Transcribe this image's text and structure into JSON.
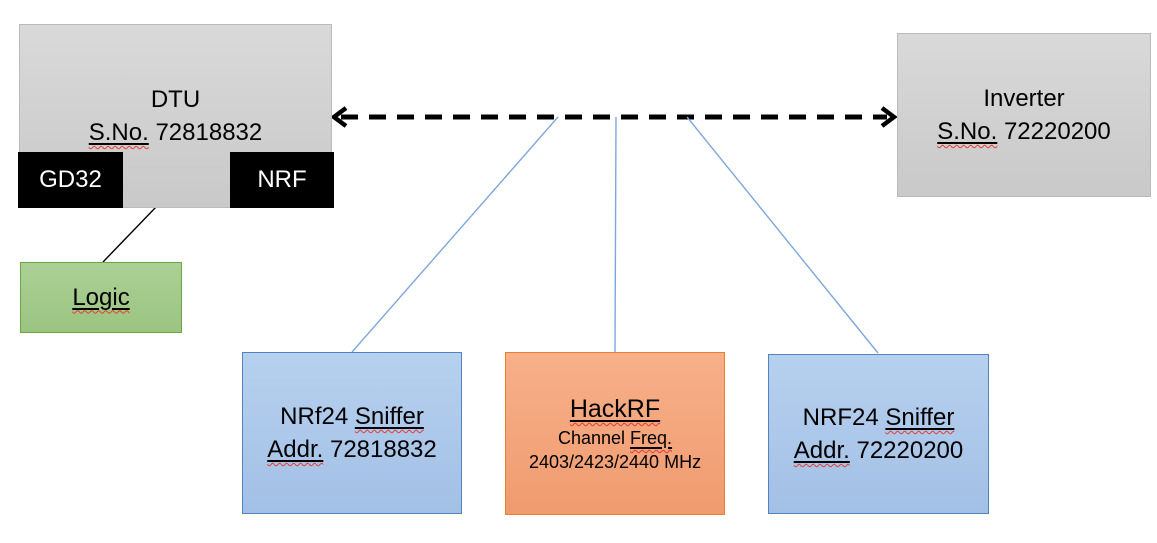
{
  "dtu": {
    "title": "DTU",
    "serial_label": "S.No.",
    "serial_value": "72818832",
    "gd32_label": "GD32",
    "nrf_label": "NRF"
  },
  "inverter": {
    "title": "Inverter",
    "serial_label": "S.No.",
    "serial_value": "72220200"
  },
  "logic": {
    "label": "Logic"
  },
  "sniffer1": {
    "name_plain": "NRf24",
    "name_marked": "Sniffer",
    "addr_label": "Addr.",
    "addr_value": "72818832"
  },
  "hackrf": {
    "title": "HackRF",
    "subtitle_plain": "Channel",
    "subtitle_marked": "Freq.",
    "frequencies": "2403/2423/2440 MHz"
  },
  "sniffer2": {
    "name_plain": "NRF24",
    "name_marked": "Sniffer",
    "addr_label": "Addr.",
    "addr_value": "72220200"
  },
  "colors": {
    "text_black": "#000000",
    "arrow_black": "#000000",
    "box_gray_fill_top": "#d9d9d9",
    "box_gray_fill_bottom": "#c9c9c9",
    "box_gray_border": "#bbbbbb",
    "chip_black": "#000000",
    "chip_text": "#ffffff",
    "logic_fill_top": "#abd096",
    "logic_fill_bottom": "#9bc481",
    "logic_border": "#6ba844",
    "sniffer_fill_top": "#b7d0ef",
    "sniffer_fill_bottom": "#a2c0e5",
    "sniffer_border": "#5183c0",
    "hackrf_fill_top": "#f7b089",
    "hackrf_fill_bottom": "#f09b6f",
    "hackrf_border": "#ec7c30",
    "connector_blue": "#7da7dc",
    "spellcheck_red": "#e93a2e"
  }
}
